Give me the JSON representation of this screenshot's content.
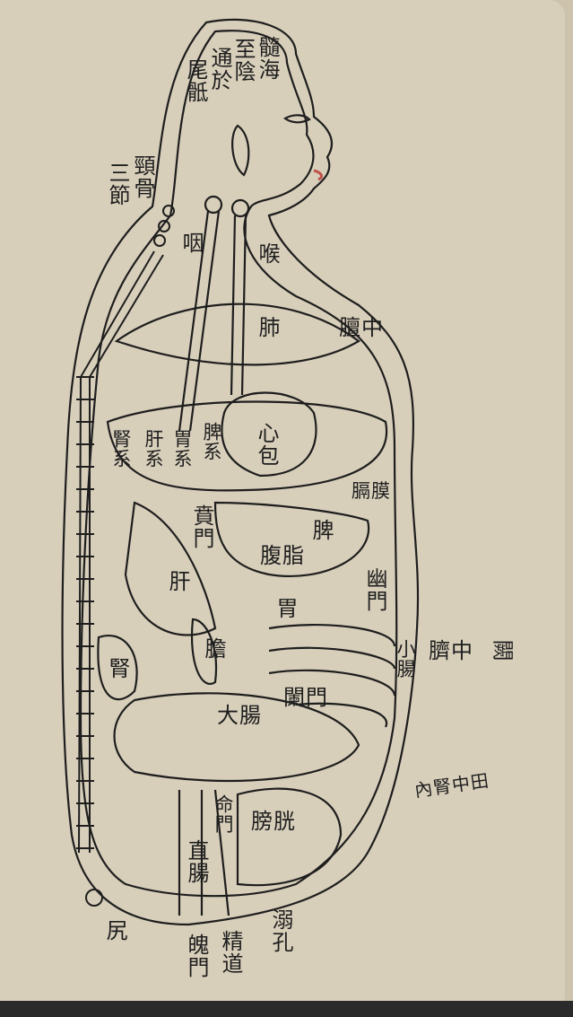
{
  "labels": {
    "marrow_sea": "髓海",
    "to_yin": "至陰",
    "connects": "通於",
    "sacrum": "尾骶",
    "neck_bones": "頸骨",
    "three_segments": "三節",
    "pharynx": "咽",
    "larynx": "喉",
    "lung": "肺",
    "danzhong": "膻中",
    "pericardium": "心包",
    "kidney_system": "腎系",
    "liver_system": "肝系",
    "stomach_system": "胃系",
    "spleen_system": "脾系",
    "diaphragm": "膈膜",
    "cardia": "賁門",
    "liver": "肝",
    "spleen": "脾",
    "abdominal_fat": "腹脂",
    "pylorus": "幽門",
    "stomach": "胃",
    "gallbladder": "膽",
    "kidney": "腎",
    "small_intestine": "小腸",
    "navel_center": "臍中",
    "navel_gate": "闕",
    "ileocecal_gate": "闌門",
    "large_intestine": "大腸",
    "dantian": "內腎中田",
    "mingmen": "命門",
    "bladder": "膀胱",
    "rectum": "直腸",
    "urethra": "溺孔",
    "seminal_duct": "精道",
    "anus": "魄門",
    "coccyx": "尻"
  },
  "colors": {
    "paper": "#d8cfbb",
    "ink": "#1e1e1e",
    "lip": "#c0524a",
    "bleed": "#8d98b0"
  }
}
